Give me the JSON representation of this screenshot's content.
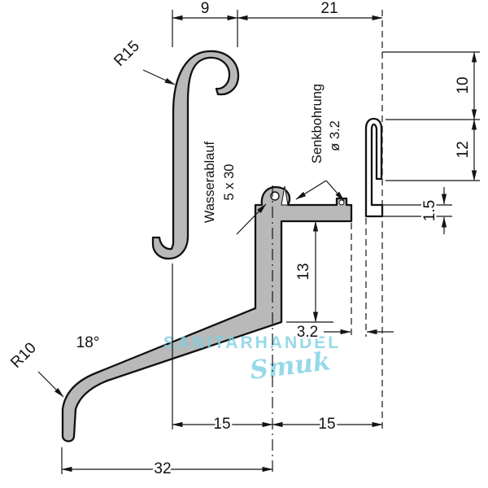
{
  "drawing": {
    "dims": {
      "top_left": "9",
      "top_right": "21",
      "right_upper": "10",
      "right_middle": "12",
      "right_lower": "1.5",
      "mid_vertical": "13",
      "slot": "3.2",
      "bottom_left": "15",
      "bottom_right": "15",
      "overall_width": "32"
    },
    "annotations": {
      "radius_top": "R15",
      "radius_bottom": "R10",
      "angle": "18°",
      "drain_line1": "Wasserablauf",
      "drain_line2": "5 x 30",
      "counterbore_line1": "Senkbohrung",
      "counterbore_line2": "ø 3.2"
    },
    "watermark": {
      "name": "SANITARHANDEL",
      "script": "Smuk"
    },
    "colors": {
      "profile_fill": "#b9b9b9",
      "line": "#141414",
      "watermark": "#7ccfe3",
      "background": "#ffffff"
    }
  }
}
